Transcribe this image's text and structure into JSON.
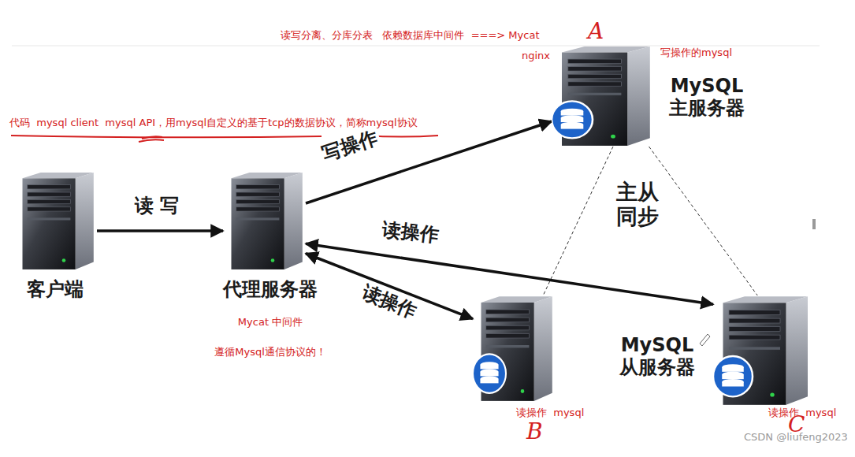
{
  "diagram": {
    "nodes": [
      {
        "text": [
          "客户端"
        ]
      },
      {
        "text": [
          "代理服务器",
          "Mycat 中间件",
          "遵循Mysql通信协议的！"
        ]
      },
      {
        "text": [
          "MySQL 主服务器",
          "写操作的mysql",
          "A"
        ]
      },
      {
        "text": [
          "读操作  mysql",
          "B"
        ]
      },
      {
        "text": [
          "MySQL 从服务器",
          "读操作  mysql",
          "C"
        ]
      }
    ],
    "edges": [
      {
        "from": 0,
        "to": 1,
        "arrow": "to",
        "label": "读 写"
      },
      {
        "from": 1,
        "to": 2,
        "arrow": "to",
        "label": "写操作"
      },
      {
        "from": 1,
        "to": 4,
        "arrow": "both",
        "label": "读操作"
      },
      {
        "from": 1,
        "to": 3,
        "arrow": "both",
        "label": "读操作"
      },
      {
        "from": 2,
        "to": 3,
        "arrow": "none"
      },
      {
        "from": 2,
        "to": 4,
        "arrow": "none"
      }
    ],
    "labels": [
      "读写分离、分库分表   依赖数据库中间件  ===> Mycat",
      "nginx",
      "代码  mysql client  mysql API，用mysql自定义的基于tcp的数据协议，简称mysql协议",
      "主从 同步",
      "CSDN @liufeng2023"
    ]
  }
}
